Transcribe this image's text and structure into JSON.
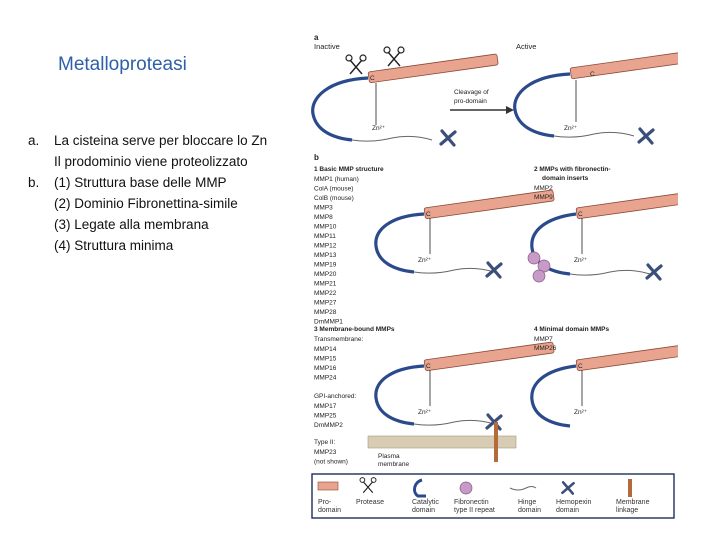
{
  "slide": {
    "title": "Metalloproteasi",
    "notes": [
      {
        "marker": "a.",
        "text": "La cisteina serve per bloccare lo Zn"
      },
      {
        "marker": "",
        "text": "Il prodominio viene proteolizzato"
      },
      {
        "marker": "b.",
        "text": "(1) Struttura base delle MMP"
      },
      {
        "marker": "",
        "text": "(2) Dominio Fibronettina-simile"
      },
      {
        "marker": "",
        "text": "(3) Legate alla membrana"
      },
      {
        "marker": "",
        "text": "(4) Struttura minima"
      }
    ]
  },
  "figure": {
    "panel_a": {
      "letter": "a",
      "inactive": "Inactive",
      "active": "Active",
      "arrow_line1": "Cleavage of",
      "arrow_line2": "pro-domain",
      "zinc": "Zn²⁺",
      "cys": "C"
    },
    "panel_b": {
      "letter": "b",
      "g1_title": "1  Basic MMP structure",
      "g1_items": [
        "MMP1 (human)",
        "ColA (mouse)",
        "ColB (mouse)",
        "MMP3",
        "MMP8",
        "MMP10",
        "MMP11",
        "MMP12",
        "MMP13",
        "MMP19",
        "MMP20",
        "MMP21",
        "MMP22",
        "MMP27",
        "MMP28",
        "DmMMP1"
      ],
      "g2_title": "2  MMPs with fibronectin-",
      "g2_title2": "domain inserts",
      "g2_items": [
        "MMP2",
        "MMP9"
      ],
      "g3_title": "3  Membrane-bound MMPs",
      "g3_sub1": "Transmembrane:",
      "g3_items1": [
        "MMP14",
        "MMP15",
        "MMP16",
        "MMP24"
      ],
      "g3_sub2": "GPI-anchored:",
      "g3_items2": [
        "MMP17",
        "MMP25",
        "DmMMP2"
      ],
      "g3_sub3": "Type II:",
      "g3_items3": [
        "MMP23",
        "(not shown)"
      ],
      "plasma1": "Plasma",
      "plasma2": "membrane",
      "g4_title": "4  Minimal domain MMPs",
      "g4_items": [
        "MMP7",
        "MMP26"
      ]
    },
    "legend": [
      {
        "icon": "pro-domain",
        "l1": "Pro-",
        "l2": "domain"
      },
      {
        "icon": "protease",
        "l1": "Protease",
        "l2": ""
      },
      {
        "icon": "catalytic",
        "l1": "Catalytic",
        "l2": "domain"
      },
      {
        "icon": "fibronectin",
        "l1": "Fibronectin",
        "l2": "type II repeat"
      },
      {
        "icon": "hinge",
        "l1": "Hinge",
        "l2": "domain"
      },
      {
        "icon": "hemopexin",
        "l1": "Hemopexin",
        "l2": "domain"
      },
      {
        "icon": "membrane",
        "l1": "Membrane",
        "l2": "linkage"
      }
    ],
    "colors": {
      "prodomain": "#e9a48f",
      "catalytic": "#2b4a8c",
      "fibronectin": "#c89ac8",
      "hemopexin": "#3c4f7a",
      "membrane": "#d8cdb4",
      "legend_border": "#1e2d5a"
    }
  }
}
